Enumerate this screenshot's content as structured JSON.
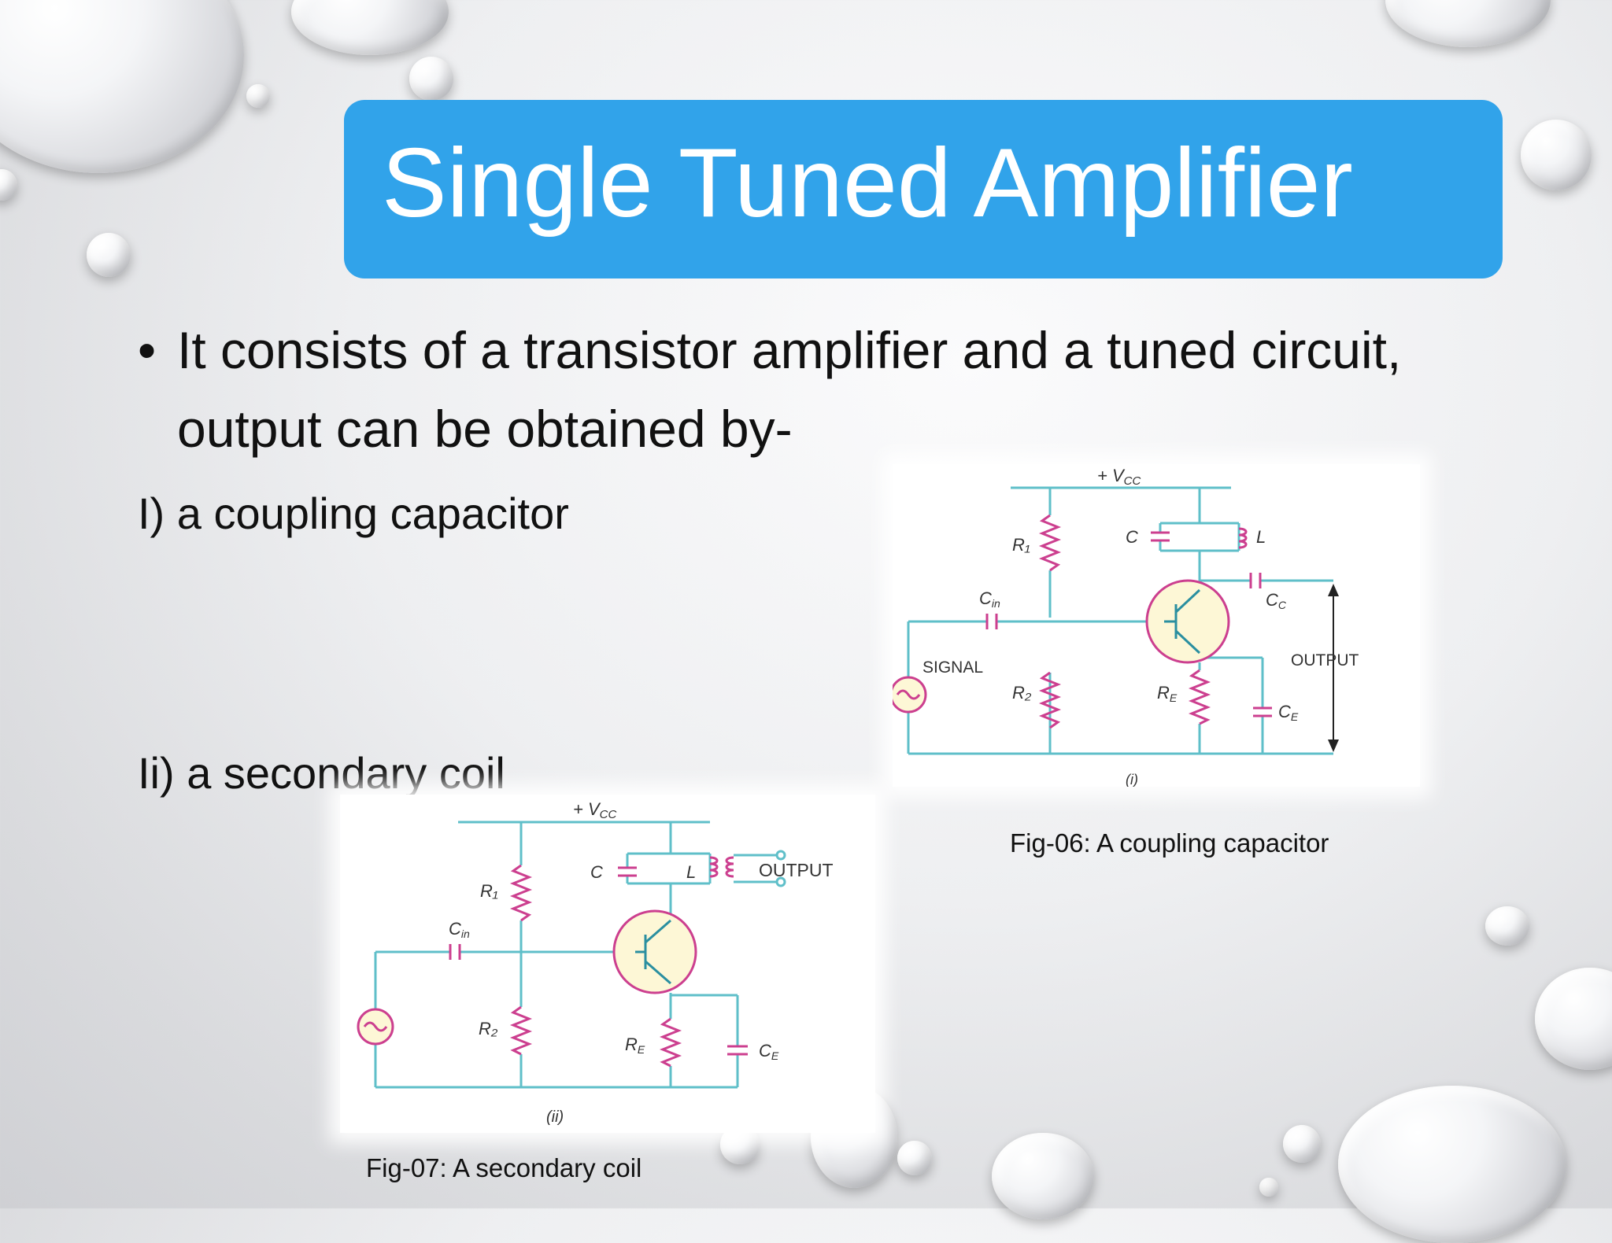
{
  "slide": {
    "title": "Single Tuned Amplifier",
    "bullet_symbol": "•",
    "bullet_text": "It consists of a transistor amplifier and a tuned circuit, output can be obtained by-",
    "item1": "I) a coupling capacitor",
    "item2": "Ii) a secondary coil"
  },
  "figures": {
    "fig06": {
      "caption": "Fig-06: A coupling capacitor",
      "labels": {
        "vcc": "+ V",
        "vcc_sub": "CC",
        "r1": "R₁",
        "r2": "R₂",
        "c": "C",
        "l": "L",
        "cin": "C",
        "cin_sub": "in",
        "cc": "C",
        "cc_sub": "C",
        "re": "R",
        "re_sub": "E",
        "ce": "C",
        "ce_sub": "E",
        "signal": "SIGNAL",
        "output": "OUTPUT",
        "numeral": "(i)"
      }
    },
    "fig07": {
      "caption": "Fig-07: A secondary coil",
      "labels": {
        "vcc": "+ V",
        "vcc_sub": "CC",
        "r1": "R₁",
        "r2": "R₂",
        "c": "C",
        "l": "L",
        "cin": "C",
        "cin_sub": "in",
        "re": "R",
        "re_sub": "E",
        "ce": "C",
        "ce_sub": "E",
        "output": "OUTPUT",
        "numeral": "(ii)"
      }
    }
  },
  "colors": {
    "title_bg": "#31a3ea",
    "wire": "#5fbfc9",
    "component": "#cc3f8f"
  }
}
